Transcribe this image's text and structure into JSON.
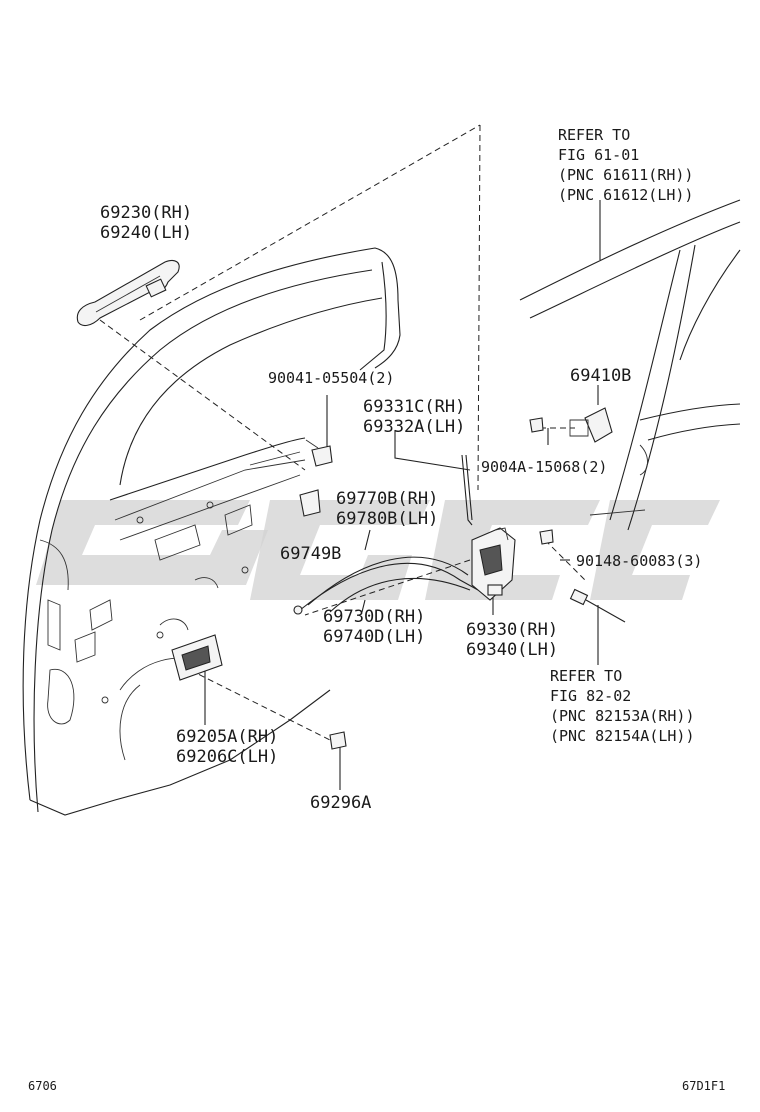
{
  "callouts": {
    "handle_outer": [
      "69230(RH)",
      "69240(LH)"
    ],
    "bolt_upper": "90041-05504(2)",
    "rod": [
      "69331C(RH)",
      "69332A(LH)"
    ],
    "cable_lock": [
      "69770B(RH)",
      "69780B(LH)"
    ],
    "clip": "69749B",
    "cable_handle": [
      "69730D(RH)",
      "69740D(LH)"
    ],
    "lock_assy": [
      "69330(RH)",
      "69340(LH)"
    ],
    "screw_lock": "90148-60083(3)",
    "striker": "69410B",
    "screw_striker": "9004A-15068(2)",
    "handle_inner": [
      "69205A(RH)",
      "69206C(LH)"
    ],
    "screw_inner": "69296A"
  },
  "references": {
    "upper": [
      "REFER TO",
      "FIG 61-01",
      "(PNC 61611(RH))",
      "(PNC 61612(LH))"
    ],
    "lower": [
      "REFER TO",
      "FIG 82-02",
      "(PNC 82153A(RH))",
      "(PNC 82154A(LH))"
    ]
  },
  "footer": {
    "left": "6706",
    "right": "67D1F1"
  }
}
